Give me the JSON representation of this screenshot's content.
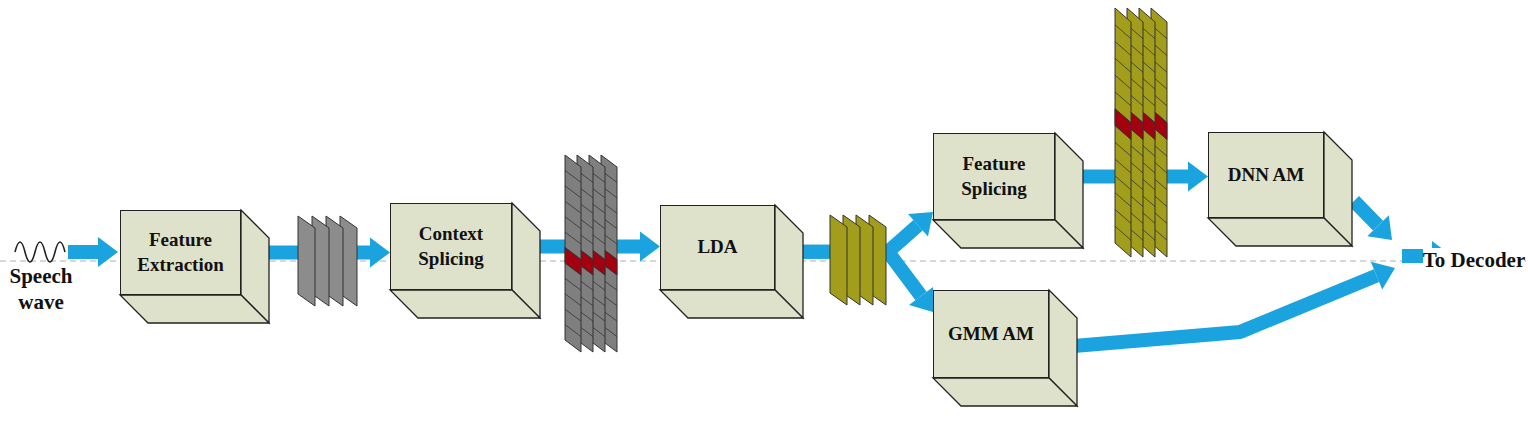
{
  "diagram": {
    "nodes": [
      {
        "text": [
          "Feature Extraction"
        ]
      },
      {
        "text": [
          "Context Splicing"
        ]
      },
      {
        "text": [
          "LDA"
        ]
      },
      {
        "text": [
          "Feature Splicing"
        ]
      },
      {
        "text": [
          "DNN AM"
        ]
      },
      {
        "text": [
          "GMM AM"
        ]
      }
    ],
    "edges": [
      {
        "from": 0,
        "to": 1,
        "arrow": "to"
      },
      {
        "from": 1,
        "to": 2,
        "arrow": "to"
      },
      {
        "from": 2,
        "to": 3,
        "arrow": "to"
      },
      {
        "from": 2,
        "to": 5,
        "arrow": "to"
      },
      {
        "from": 3,
        "to": 4,
        "arrow": "to"
      }
    ],
    "labels": [
      "Speech wave",
      "To Decoder"
    ]
  }
}
